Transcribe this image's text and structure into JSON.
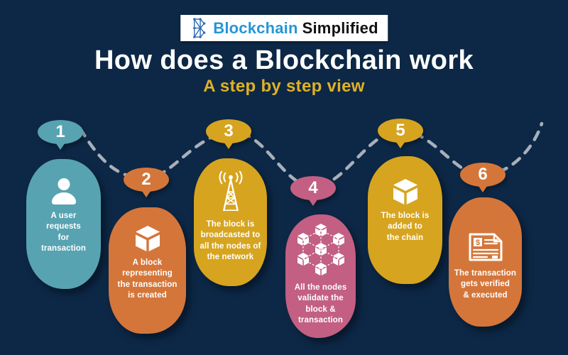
{
  "canvas": {
    "background": "#0d2846",
    "connector_color": "#b4bcc4"
  },
  "logo": {
    "text_blue": "Blockchain",
    "text_dark": "Simplified",
    "blue": "#2596d6",
    "dark": "#121212",
    "icon_color": "#2f6bb2"
  },
  "header": {
    "title": "How does a Blockchain work",
    "title_color": "#ffffff",
    "subtitle": "A step by step view",
    "subtitle_color": "#dfb125"
  },
  "steps": [
    {
      "number": "1",
      "color": "#58a3b1",
      "icon": "user-icon",
      "text": "A user\nrequests\nfor\ntransaction"
    },
    {
      "number": "2",
      "color": "#d4763a",
      "icon": "block-cube-icon",
      "text": "A block\nrepresenting\nthe transaction\nis created"
    },
    {
      "number": "3",
      "color": "#d6a41f",
      "icon": "broadcast-tower-icon",
      "text": "The block is\nbroadcasted to\nall the nodes of\nthe network"
    },
    {
      "number": "4",
      "color": "#c25f83",
      "icon": "nodes-network-icon",
      "text": "All the nodes\nvalidate the\nblock &\ntransaction"
    },
    {
      "number": "5",
      "color": "#d6a41f",
      "icon": "block-cube-icon",
      "text": "The block is\nadded to\nthe chain"
    },
    {
      "number": "6",
      "color": "#d4763a",
      "icon": "invoice-dollar-icon",
      "text": "The transaction\ngets verified\n& executed"
    }
  ]
}
